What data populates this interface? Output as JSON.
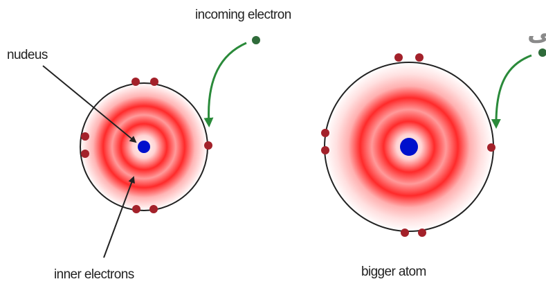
{
  "labels": {
    "incoming": "incoming electron",
    "nucleus": "nudeus",
    "inner": "inner electrons",
    "bigger": "bigger atom",
    "title": "الکترو افینیتی"
  },
  "colors": {
    "shell_red": "#ff1f1f",
    "nucleus": "#0010cc",
    "electron": "#a3212a",
    "incoming_electron": "#2f6b3a",
    "arrow_green": "#2a8a3a",
    "outline": "#222222",
    "title": "#8a8a8a"
  },
  "icons": {
    "incoming_arrow": "curved-arrow-down-icon",
    "pointer_arrow": "arrow-icon"
  }
}
